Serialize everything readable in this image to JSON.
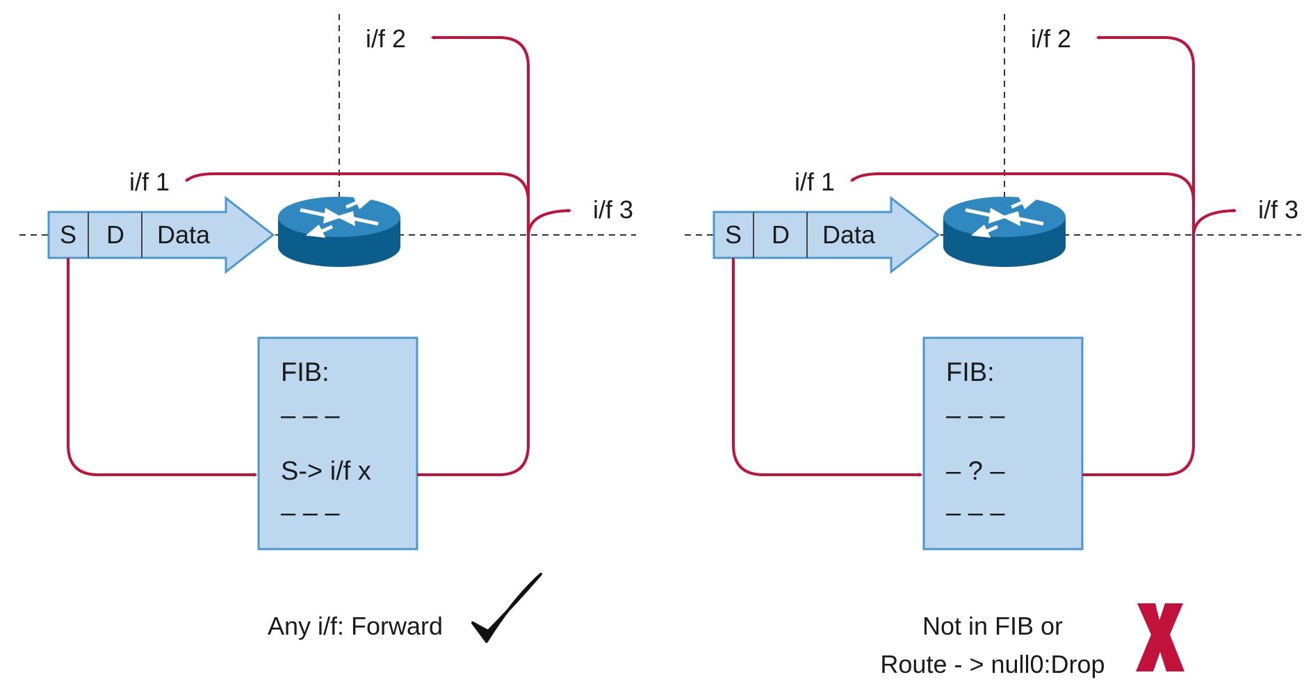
{
  "colors": {
    "path": "#c0123a",
    "box_fill": "#bcd7ee",
    "box_stroke": "#4b97cf",
    "router_top": "#2f89c0",
    "router_side": "#0b5d8c",
    "dash": "#333333",
    "check": "#111111",
    "cross": "#c0123a"
  },
  "icons": {
    "router": "router-icon",
    "check": "checkmark-icon",
    "cross": "x-mark-icon"
  },
  "panels": [
    {
      "packet": {
        "src": "S",
        "dst": "D",
        "data": "Data"
      },
      "interfaces": {
        "if1": "i/f 1",
        "if2": "i/f 2",
        "if3": "i/f 3"
      },
      "fib": {
        "title": "FIB:",
        "row1": "– – –",
        "row2": "S-> i/f x",
        "row3": "– – –"
      },
      "caption": {
        "line1": "Any i/f: Forward",
        "line2": ""
      },
      "result": "check"
    },
    {
      "packet": {
        "src": "S",
        "dst": "D",
        "data": "Data"
      },
      "interfaces": {
        "if1": "i/f 1",
        "if2": "i/f 2",
        "if3": "i/f 3"
      },
      "fib": {
        "title": "FIB:",
        "row1": "– – –",
        "row2": "– ? –",
        "row3": "– – –"
      },
      "caption": {
        "line1": "Not in FIB or",
        "line2": "Route - > null0:Drop"
      },
      "result": "cross"
    }
  ]
}
